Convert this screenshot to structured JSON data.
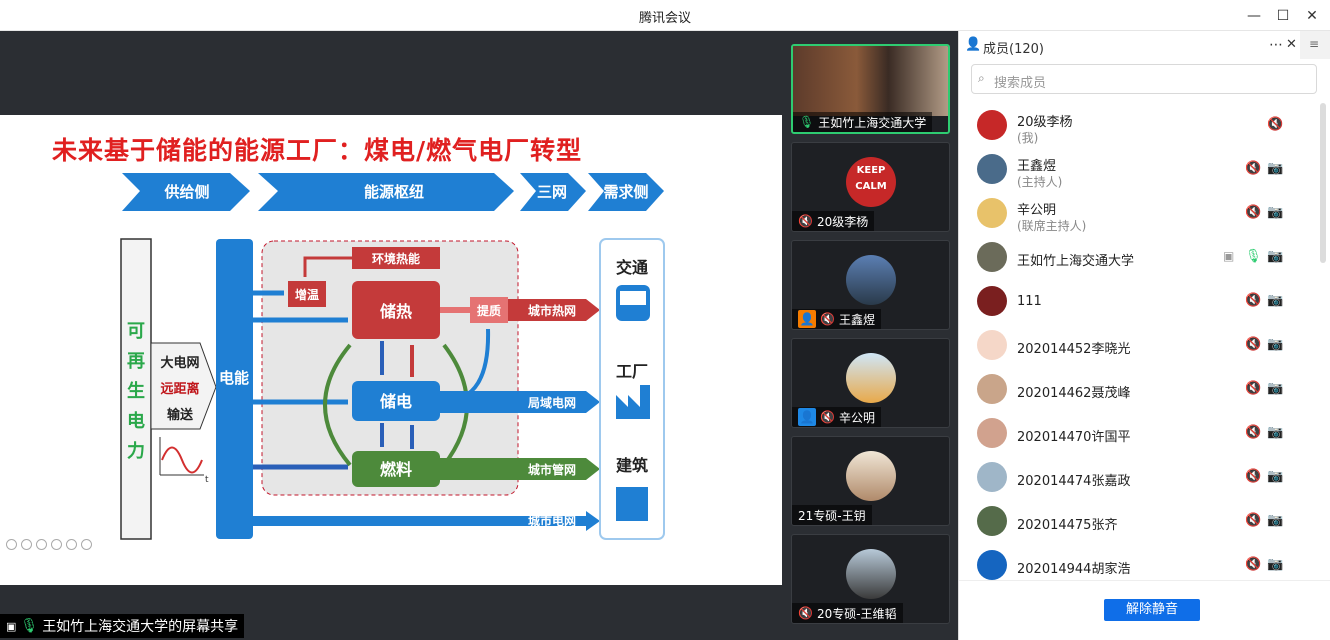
{
  "window": {
    "title": "腾讯会议"
  },
  "slide": {
    "title": "未来基于储能的能源工厂：煤电/燃气电厂转型",
    "header_arrows": [
      "供给侧",
      "能源枢纽",
      "三网",
      "需求侧"
    ],
    "renewable": [
      "可",
      "再",
      "生",
      "电",
      "力"
    ],
    "grid_lines": [
      "大电网",
      "远距离",
      "输送"
    ],
    "electric": "电能",
    "env_heat": "环境热能",
    "boost": "增温",
    "storage_heat": "储热",
    "storage_elec": "储电",
    "fuel": "燃料",
    "quality": "提质",
    "outputs": [
      "城市热网",
      "局域电网",
      "城市管网",
      "城市电网"
    ],
    "demand": [
      "交通",
      "工厂",
      "建筑"
    ],
    "axis_t": "t"
  },
  "share_label": "王如竹上海交通大学的屏幕共享",
  "video_tiles": [
    {
      "name": "王如竹上海交通大学"
    },
    {
      "name": "20级李杨"
    },
    {
      "name": "王鑫煜"
    },
    {
      "name": "辛公明"
    },
    {
      "name": "21专硕-王钥"
    },
    {
      "name": "20专硕-王维韬"
    }
  ],
  "members_panel": {
    "header": "成员(120)",
    "search_placeholder": "搜索成员",
    "unmute_button": "解除静音",
    "members": [
      {
        "name": "20级李杨",
        "role": "(我)"
      },
      {
        "name": "王鑫煜",
        "role": "(主持人)"
      },
      {
        "name": "辛公明",
        "role": "(联席主持人)"
      },
      {
        "name": "王如竹上海交通大学",
        "role": ""
      },
      {
        "name": "111",
        "role": ""
      },
      {
        "name": "202014452李晓光",
        "role": ""
      },
      {
        "name": "202014462聂茂峰",
        "role": ""
      },
      {
        "name": "202014470许国平",
        "role": ""
      },
      {
        "name": "202014474张嘉政",
        "role": ""
      },
      {
        "name": "202014475张齐",
        "role": ""
      },
      {
        "name": "202014944胡家浩",
        "role": ""
      }
    ]
  },
  "colors": {
    "accent_blue": "#0f6ee8",
    "muted_red": "#e57373",
    "mic_green": "#2ecc71"
  }
}
